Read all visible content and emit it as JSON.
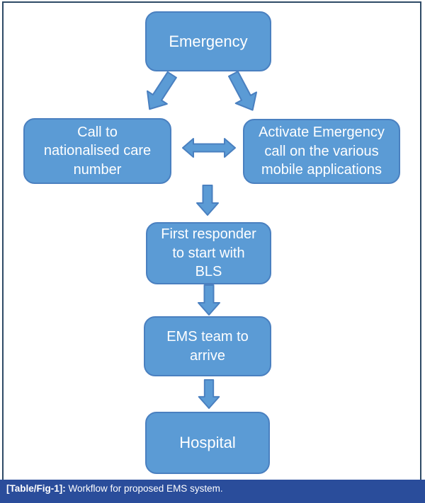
{
  "figure": {
    "caption": {
      "label": "[Table/Fig-1]:",
      "text": " Workflow for proposed EMS system."
    },
    "colors": {
      "node_fill": "#5b9bd5",
      "node_border": "#4a80c0",
      "node_text": "#ffffff",
      "caption_bg": "#2a4d9b",
      "caption_text": "#ffffff",
      "frame_border": "#2e4a66",
      "canvas_bg": "#ffffff"
    },
    "nodes": [
      {
        "id": "emergency",
        "label": "Emergency"
      },
      {
        "id": "call-number",
        "label": "Call to\nnationalised care\nnumber"
      },
      {
        "id": "activate-app",
        "label": "Activate Emergency\ncall on the various\nmobile applications"
      },
      {
        "id": "first-responder",
        "label": "First responder\nto start with\nBLS"
      },
      {
        "id": "ems-team",
        "label": "EMS team to\narrive"
      },
      {
        "id": "hospital",
        "label": "Hospital"
      }
    ],
    "edges": [
      {
        "from": "emergency",
        "to": "call-number",
        "type": "arrow"
      },
      {
        "from": "emergency",
        "to": "activate-app",
        "type": "arrow"
      },
      {
        "from": "call-number",
        "to": "activate-app",
        "type": "double-arrow"
      },
      {
        "from": "call-number & activate-app",
        "to": "first-responder",
        "type": "arrow"
      },
      {
        "from": "first-responder",
        "to": "ems-team",
        "type": "arrow"
      },
      {
        "from": "ems-team",
        "to": "hospital",
        "type": "arrow"
      }
    ]
  }
}
